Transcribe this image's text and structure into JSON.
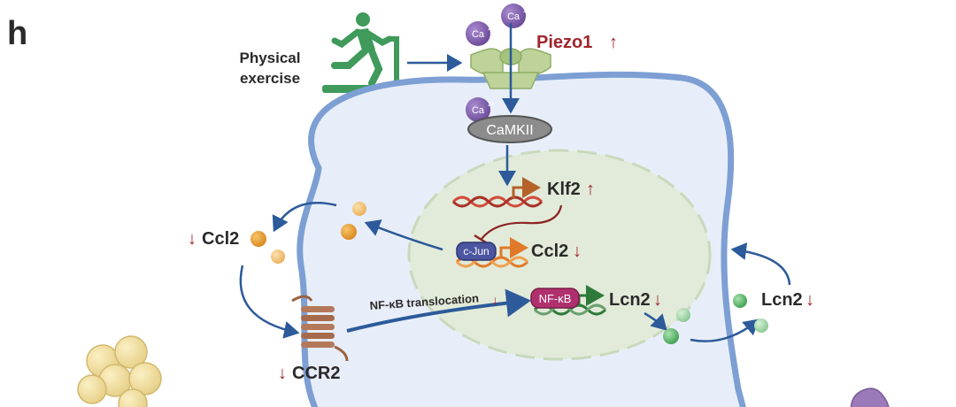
{
  "panel_letter": "h",
  "exercise": {
    "line1": "Physical",
    "line2": "exercise"
  },
  "piezo": {
    "label": "Piezo1",
    "arrow": "↑"
  },
  "calcium": {
    "label": "Ca",
    "charge": "2+"
  },
  "camkii": {
    "label": "CaMKII"
  },
  "klf2": {
    "label": "Klf2",
    "arrow": "↑"
  },
  "cjun": {
    "label": "c-Jun"
  },
  "ccl2_nucleus": {
    "label": "Ccl2",
    "arrow": "↓"
  },
  "ccl2_outer": {
    "label": "Ccl2",
    "arrow": "↓"
  },
  "nfkb": {
    "label": "NF-κB"
  },
  "nfkb_translocation": {
    "label": "NF-κB translocation",
    "arrow": "↓"
  },
  "lcn2_nucleus": {
    "label": "Lcn2",
    "arrow": "↓"
  },
  "lcn2_outer": {
    "label": "Lcn2",
    "arrow": "↓"
  },
  "ccr2": {
    "label": "CCR2",
    "arrow": "↓"
  },
  "colors": {
    "membrane": "#7d9fd3",
    "cytoplasm": "#e8eef9",
    "nucleus": "#e2ebd9",
    "arrow_blue": "#2c5a9a",
    "arrow_red": "#8b2424",
    "calcium": "#7d5ca8",
    "piezo": "#bdd39a",
    "treadmill": "#3f9a5b",
    "ccl2": "#e0922a",
    "lcn2": "#5dbb6b",
    "nfkb": "#b0306e",
    "cjun": "#4b55a0",
    "camkii": "#8c8c8c",
    "dna_red": "#d24c3c"
  }
}
